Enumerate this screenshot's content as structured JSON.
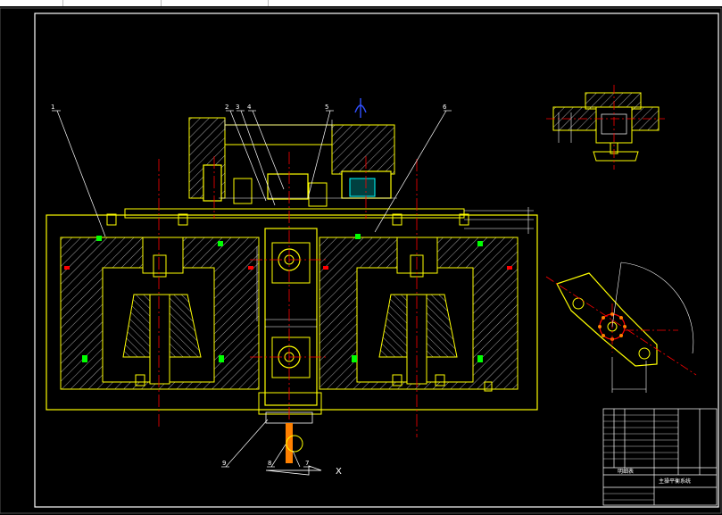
{
  "drawing": {
    "part_numbers": [
      "1",
      "2",
      "3",
      "4",
      "5",
      "6",
      "7",
      "8",
      "9"
    ],
    "x_label": "X"
  },
  "title_block": {
    "drawing_title": "主操平衡系统",
    "parts_list_header": "明细表"
  },
  "colors": {
    "background": "#000000",
    "border": "#ffffff",
    "outline": "#ffff00",
    "centerline": "#ff0000",
    "hatch": "#ffffff",
    "green": "#00ff00",
    "cyan": "#00ffff",
    "orange": "#ff8000",
    "blue": "#3050ff"
  }
}
